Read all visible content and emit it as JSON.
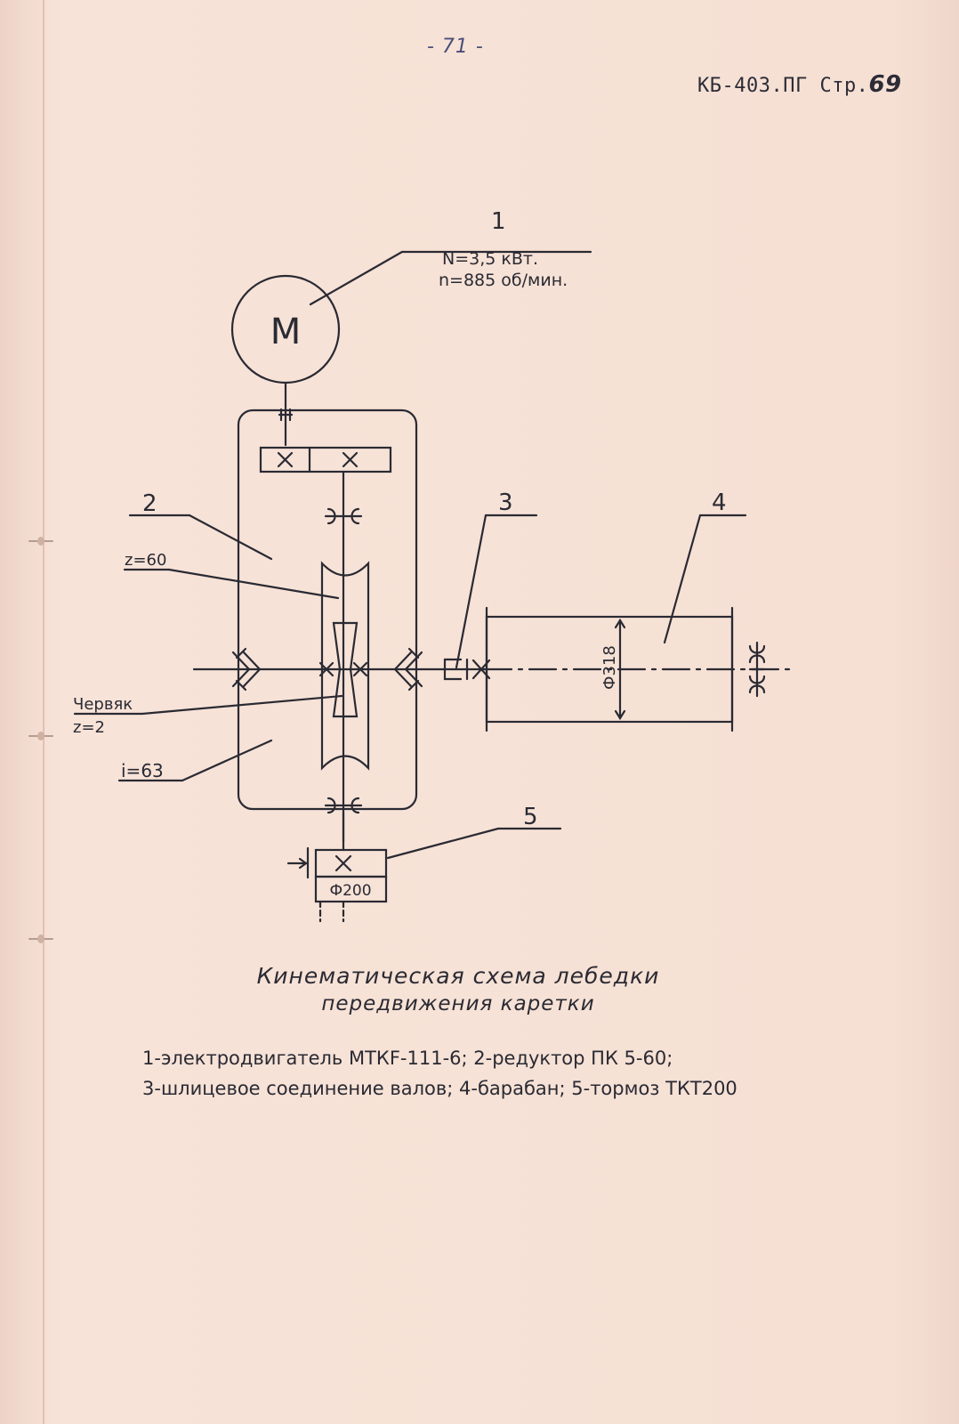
{
  "header": {
    "page_number": "- 71 -",
    "doc_reference": "КБ-403.ПГ Стр.",
    "doc_page": "69"
  },
  "diagram": {
    "callouts": {
      "c1": "1",
      "c2": "2",
      "c3": "3",
      "c4": "4",
      "c5": "5"
    },
    "motor_symbol": "M",
    "motor_power": "N=3,5 кВт.",
    "motor_speed": "n=885 об/мин.",
    "wheel_teeth": "z=60",
    "worm_label": "Червяк",
    "worm_teeth": "z=2",
    "ratio": "i=63",
    "drum_diameter": "Ф318",
    "brake_diameter": "Ф200"
  },
  "caption": {
    "title": "Кинематическая схема лебедки",
    "subtitle": "передвижения каретки"
  },
  "legend": {
    "line1": "1-электродвигатель МТКF-111-6; 2-редуктор ПК 5-60;",
    "line2": "3-шлицевое соединение валов; 4-барабан; 5-тормоз ТКТ200"
  }
}
